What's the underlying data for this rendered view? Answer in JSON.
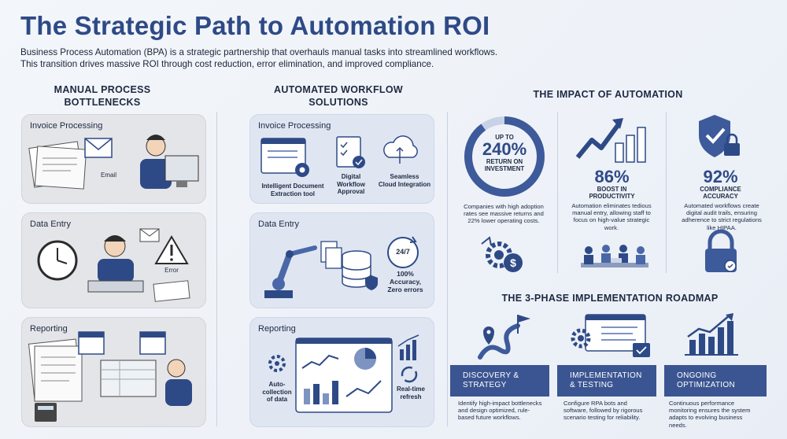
{
  "header": {
    "title": "The Strategic Path to Automation ROI",
    "intro_line1": "Business Process Automation (BPA) is a strategic partnership that overhauls manual tasks into streamlined workflows.",
    "intro_line2": "This transition drives massive ROI through cost reduction, error elimination, and improved compliance."
  },
  "manual": {
    "heading_line1": "MANUAL PROCESS",
    "heading_line2": "BOTTLENECKS",
    "cards": [
      {
        "label": "Invoice Processing",
        "note": "Email"
      },
      {
        "label": "Data Entry",
        "note": "Error"
      },
      {
        "label": "Reporting"
      }
    ]
  },
  "automated": {
    "heading_line1": "AUTOMATED WORKFLOW",
    "heading_line2": "SOLUTIONS",
    "cards": [
      {
        "label": "Invoice Processing",
        "items": [
          "Intelligent Document",
          "Extraction tool",
          "Digital",
          "Workflow",
          "Approval",
          "Seamless",
          "Cloud Integration"
        ]
      },
      {
        "label": "Data Entry",
        "badge": "24/7",
        "items": [
          "100%",
          "Accuracy,",
          "Zero errors"
        ]
      },
      {
        "label": "Reporting",
        "items": [
          "Auto-",
          "collection",
          "of data",
          "Real-time",
          "refresh"
        ]
      }
    ]
  },
  "impact": {
    "heading": "THE IMPACT OF AUTOMATION",
    "metrics": [
      {
        "line1": "UP TO",
        "value": "240%",
        "line2": "RETURN ON",
        "line3": "INVESTMENT",
        "desc1": "Companies with high adoption",
        "desc2": "rates see massive returns and",
        "desc3": "22% lower operating costs."
      },
      {
        "value": "86%",
        "line1": "BOOST IN",
        "line2": "PRODUCTIVITY",
        "desc1": "Automation eliminates tedious",
        "desc2": "manual entry, allowing staff to",
        "desc3": "focus on high-value strategic",
        "desc4": "work."
      },
      {
        "value": "92%",
        "line1": "COMPLIANCE",
        "line2": "ACCURACY",
        "desc1": "Automated workflows create",
        "desc2": "digital audit trails, ensuring",
        "desc3": "adherence to strict regulations",
        "desc4": "like HIPAA."
      }
    ]
  },
  "roadmap": {
    "heading": "THE 3-PHASE IMPLEMENTATION ROADMAP",
    "phases": [
      {
        "title1": "DISCOVERY &",
        "title2": "STRATEGY",
        "desc1": "Identify high-impact bottlenecks",
        "desc2": "and design optimized, rule-",
        "desc3": "based future workflows."
      },
      {
        "title1": "IMPLEMENTATION",
        "title2": "& TESTING",
        "desc1": "Configure RPA bots and",
        "desc2": "software, followed by rigorous",
        "desc3": "scenario testing for reliability."
      },
      {
        "title1": "ONGOING",
        "title2": "OPTIMIZATION",
        "desc1": "Continuous performance",
        "desc2": "monitoring ensures the system",
        "desc3": "adapts to evolving business",
        "desc4": "needs."
      }
    ]
  },
  "colors": {
    "accent": "#2e4a86",
    "bar": "#3a5591",
    "ring": "#3d5a9a"
  }
}
